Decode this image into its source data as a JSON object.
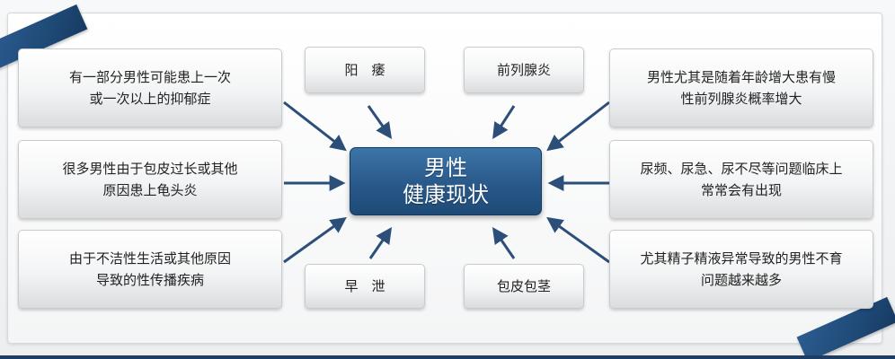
{
  "center": {
    "line1": "男性",
    "line2": "健康现状"
  },
  "boxes": {
    "left_top": [
      "有一部分男性可能患上一次",
      "或一次以上的抑郁症"
    ],
    "left_mid": [
      "很多男性由于包皮过长或其他",
      "原因患上龟头炎"
    ],
    "left_bottom": [
      "由于不洁性生活或其他原因",
      "导致的性传播疾病"
    ],
    "top_left": [
      "阳　痿"
    ],
    "top_right": [
      "前列腺炎"
    ],
    "bottom_left": [
      "早　泄"
    ],
    "bottom_right": [
      "包皮包茎"
    ],
    "right_top": [
      "男性尤其是随着年龄增大患有慢",
      "性前列腺炎概率增大"
    ],
    "right_mid": [
      "尿频、尿急、尿不尽等问题临床上",
      "常常会有出现"
    ],
    "right_bottom": [
      "尤其精子精液异常导致的男性不育",
      "问题越来越多"
    ]
  },
  "colors": {
    "accent": "#2a5b8c",
    "arrow": "#2c4f7a",
    "box_text": "#222222"
  }
}
